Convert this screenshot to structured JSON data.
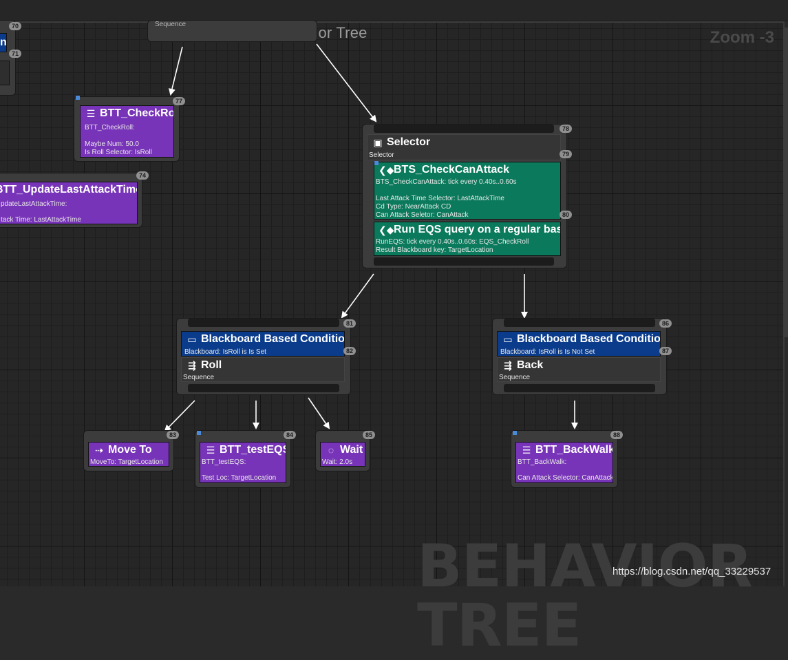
{
  "graph": {
    "title": "Behavior Tree",
    "zoom": "Zoom -3",
    "watermark": "BEHAVIOR TREE",
    "url": "https://blog.csdn.net/qq_33229537"
  },
  "nodes": {
    "seq_top": {
      "label": "Sequence"
    },
    "left_edge": {
      "badge_a": "70",
      "badge_b": "71",
      "frag": "n"
    },
    "check_roll": {
      "badge": "77",
      "title": "BTT_CheckRoll",
      "desc": "BTT_CheckRoll:",
      "line1": "Maybe Num: 50.0",
      "line2": "Is Roll Selector: IsRoll"
    },
    "update_last": {
      "badge": "74",
      "title": "BTT_UpdateLastAttackTime",
      "desc": "pdateLastAttackTime:",
      "line1": "tack Time: LastAttackTime"
    },
    "selector": {
      "badge_a": "78",
      "badge_b": "79",
      "badge_c": "80",
      "title": "Selector",
      "sub": "Selector",
      "svc1": {
        "title": "BTS_CheckCanAttack",
        "desc": "BTS_CheckCanAttack: tick every 0.40s..0.60s",
        "line1": "Last Attack Time Selector: LastAttackTime",
        "line2": "Cd Type: NearAttack CD",
        "line3": "Can Attack Seletor: CanAttack"
      },
      "svc2": {
        "title": "Run EQS query on a regular basis",
        "line1": "RunEQS: tick every 0.40s..0.60s: EQS_CheckRoll",
        "line2": "Result Blackboard key: TargetLocation"
      }
    },
    "roll": {
      "badge_a": "81",
      "badge_b": "82",
      "deco_title": "Blackboard Based Condition",
      "deco_sub": "Blackboard: IsRoll is Is Set",
      "title": "Roll",
      "sub": "Sequence"
    },
    "back": {
      "badge_a": "86",
      "badge_b": "87",
      "deco_title": "Blackboard Based Condition",
      "deco_sub": "Blackboard: IsRoll is Is Not Set",
      "title": "Back",
      "sub": "Sequence"
    },
    "move_to": {
      "badge": "83",
      "title": "Move To",
      "sub": "MoveTo: TargetLocation"
    },
    "test_eqs": {
      "badge": "84",
      "title": "BTT_testEQS",
      "desc": "BTT_testEQS:",
      "line1": "Test Loc: TargetLocation"
    },
    "wait": {
      "badge": "85",
      "title": "Wait",
      "sub": "Wait: 2.0s"
    },
    "back_walk": {
      "badge": "88",
      "title": "BTT_BackWalk",
      "desc": "BTT_BackWalk:",
      "line1": "Can Attack Selector: CanAttack"
    }
  },
  "colors": {
    "task": "#7834b8",
    "service": "#0b7a5c",
    "decorator": "#0b3c8c",
    "composite": "#2e2e2e"
  }
}
